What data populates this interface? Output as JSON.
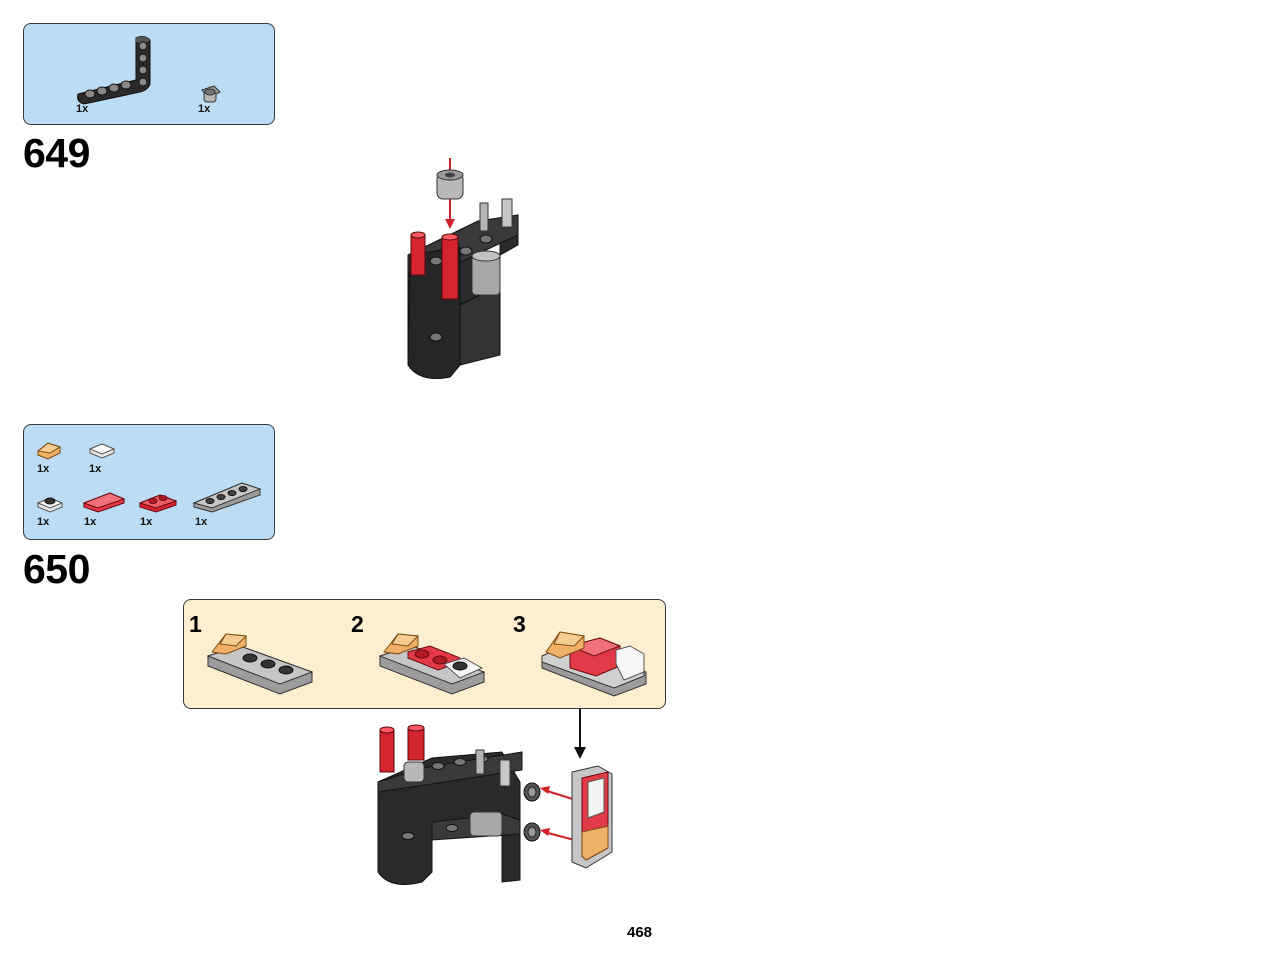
{
  "page": {
    "number": "468"
  },
  "steps": [
    {
      "number": "649",
      "parts": [
        {
          "icon": "black-l-beam-icon",
          "qty": "1x"
        },
        {
          "icon": "gray-bush-icon",
          "qty": "1x"
        }
      ]
    },
    {
      "number": "650",
      "parts": [
        {
          "icon": "trans-orange-slope-icon",
          "qty": "1x"
        },
        {
          "icon": "white-tile-icon",
          "qty": "1x"
        },
        {
          "icon": "white-jumper-plate-icon",
          "qty": "1x"
        },
        {
          "icon": "trans-red-tile-icon",
          "qty": "1x"
        },
        {
          "icon": "trans-red-plate-icon",
          "qty": "1x"
        },
        {
          "icon": "gray-plate-1x4-icon",
          "qty": "1x"
        }
      ],
      "substeps": [
        "1",
        "2",
        "3"
      ]
    }
  ],
  "colors": {
    "parts_box": "#bcdcf5",
    "substep_panel": "#fdefd0",
    "arrow_red": "#d0202a",
    "brick_black": "#2b2b2b",
    "brick_gray": "#a8a8a8",
    "trans_red": "#e23a46",
    "trans_orange": "#f0b068"
  }
}
